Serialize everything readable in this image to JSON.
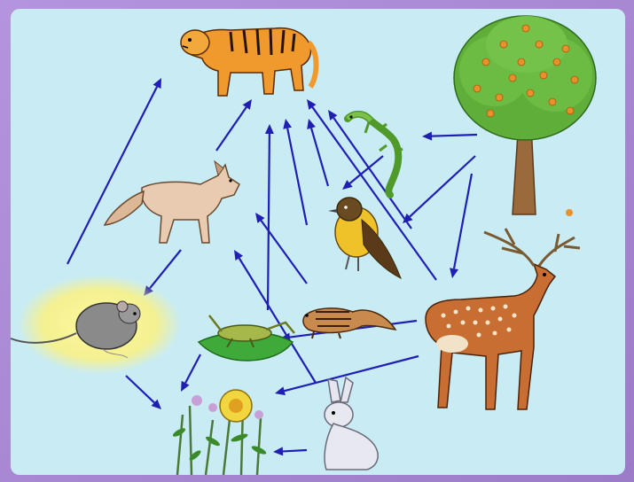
{
  "diagram": {
    "type": "food-web",
    "background_color": "#c9ecf4",
    "frame_color": "#a98bd0",
    "arrow_color": "#1f1fb4",
    "organisms": [
      {
        "id": "tiger",
        "icon": "tiger-icon"
      },
      {
        "id": "tree",
        "icon": "fruit-tree-icon"
      },
      {
        "id": "fox",
        "icon": "fox-icon"
      },
      {
        "id": "lizard",
        "icon": "lizard-icon"
      },
      {
        "id": "bird",
        "icon": "bird-icon"
      },
      {
        "id": "mouse",
        "icon": "mouse-icon"
      },
      {
        "id": "grasshopper",
        "icon": "grasshopper-icon"
      },
      {
        "id": "chipmunk",
        "icon": "chipmunk-icon"
      },
      {
        "id": "deer",
        "icon": "deer-icon"
      },
      {
        "id": "plants",
        "icon": "flowering-plant-icon"
      },
      {
        "id": "rabbit",
        "icon": "rabbit-icon"
      }
    ],
    "arrows": [
      {
        "from": "mouse",
        "to": "tiger"
      },
      {
        "from": "fox",
        "to": "tiger"
      },
      {
        "from": "grasshopper",
        "to": "tiger"
      },
      {
        "from": "bird",
        "to": "tiger"
      },
      {
        "from": "lizard",
        "to": "tiger"
      },
      {
        "from": "deer",
        "to": "tiger"
      },
      {
        "from": "chipmunk",
        "to": "tiger"
      },
      {
        "from": "tree",
        "to": "lizard"
      },
      {
        "from": "tree",
        "to": "bird"
      },
      {
        "from": "tree",
        "to": "deer"
      },
      {
        "from": "lizard",
        "to": "bird"
      },
      {
        "from": "chipmunk",
        "to": "fox"
      },
      {
        "from": "rabbit",
        "to": "fox"
      },
      {
        "from": "fox",
        "to": "mouse"
      },
      {
        "from": "mouse",
        "to": "plants"
      },
      {
        "from": "grasshopper",
        "to": "plants"
      },
      {
        "from": "deer",
        "to": "plants"
      },
      {
        "from": "rabbit",
        "to": "plants"
      },
      {
        "from": "deer",
        "to": "chipmunk"
      }
    ]
  }
}
